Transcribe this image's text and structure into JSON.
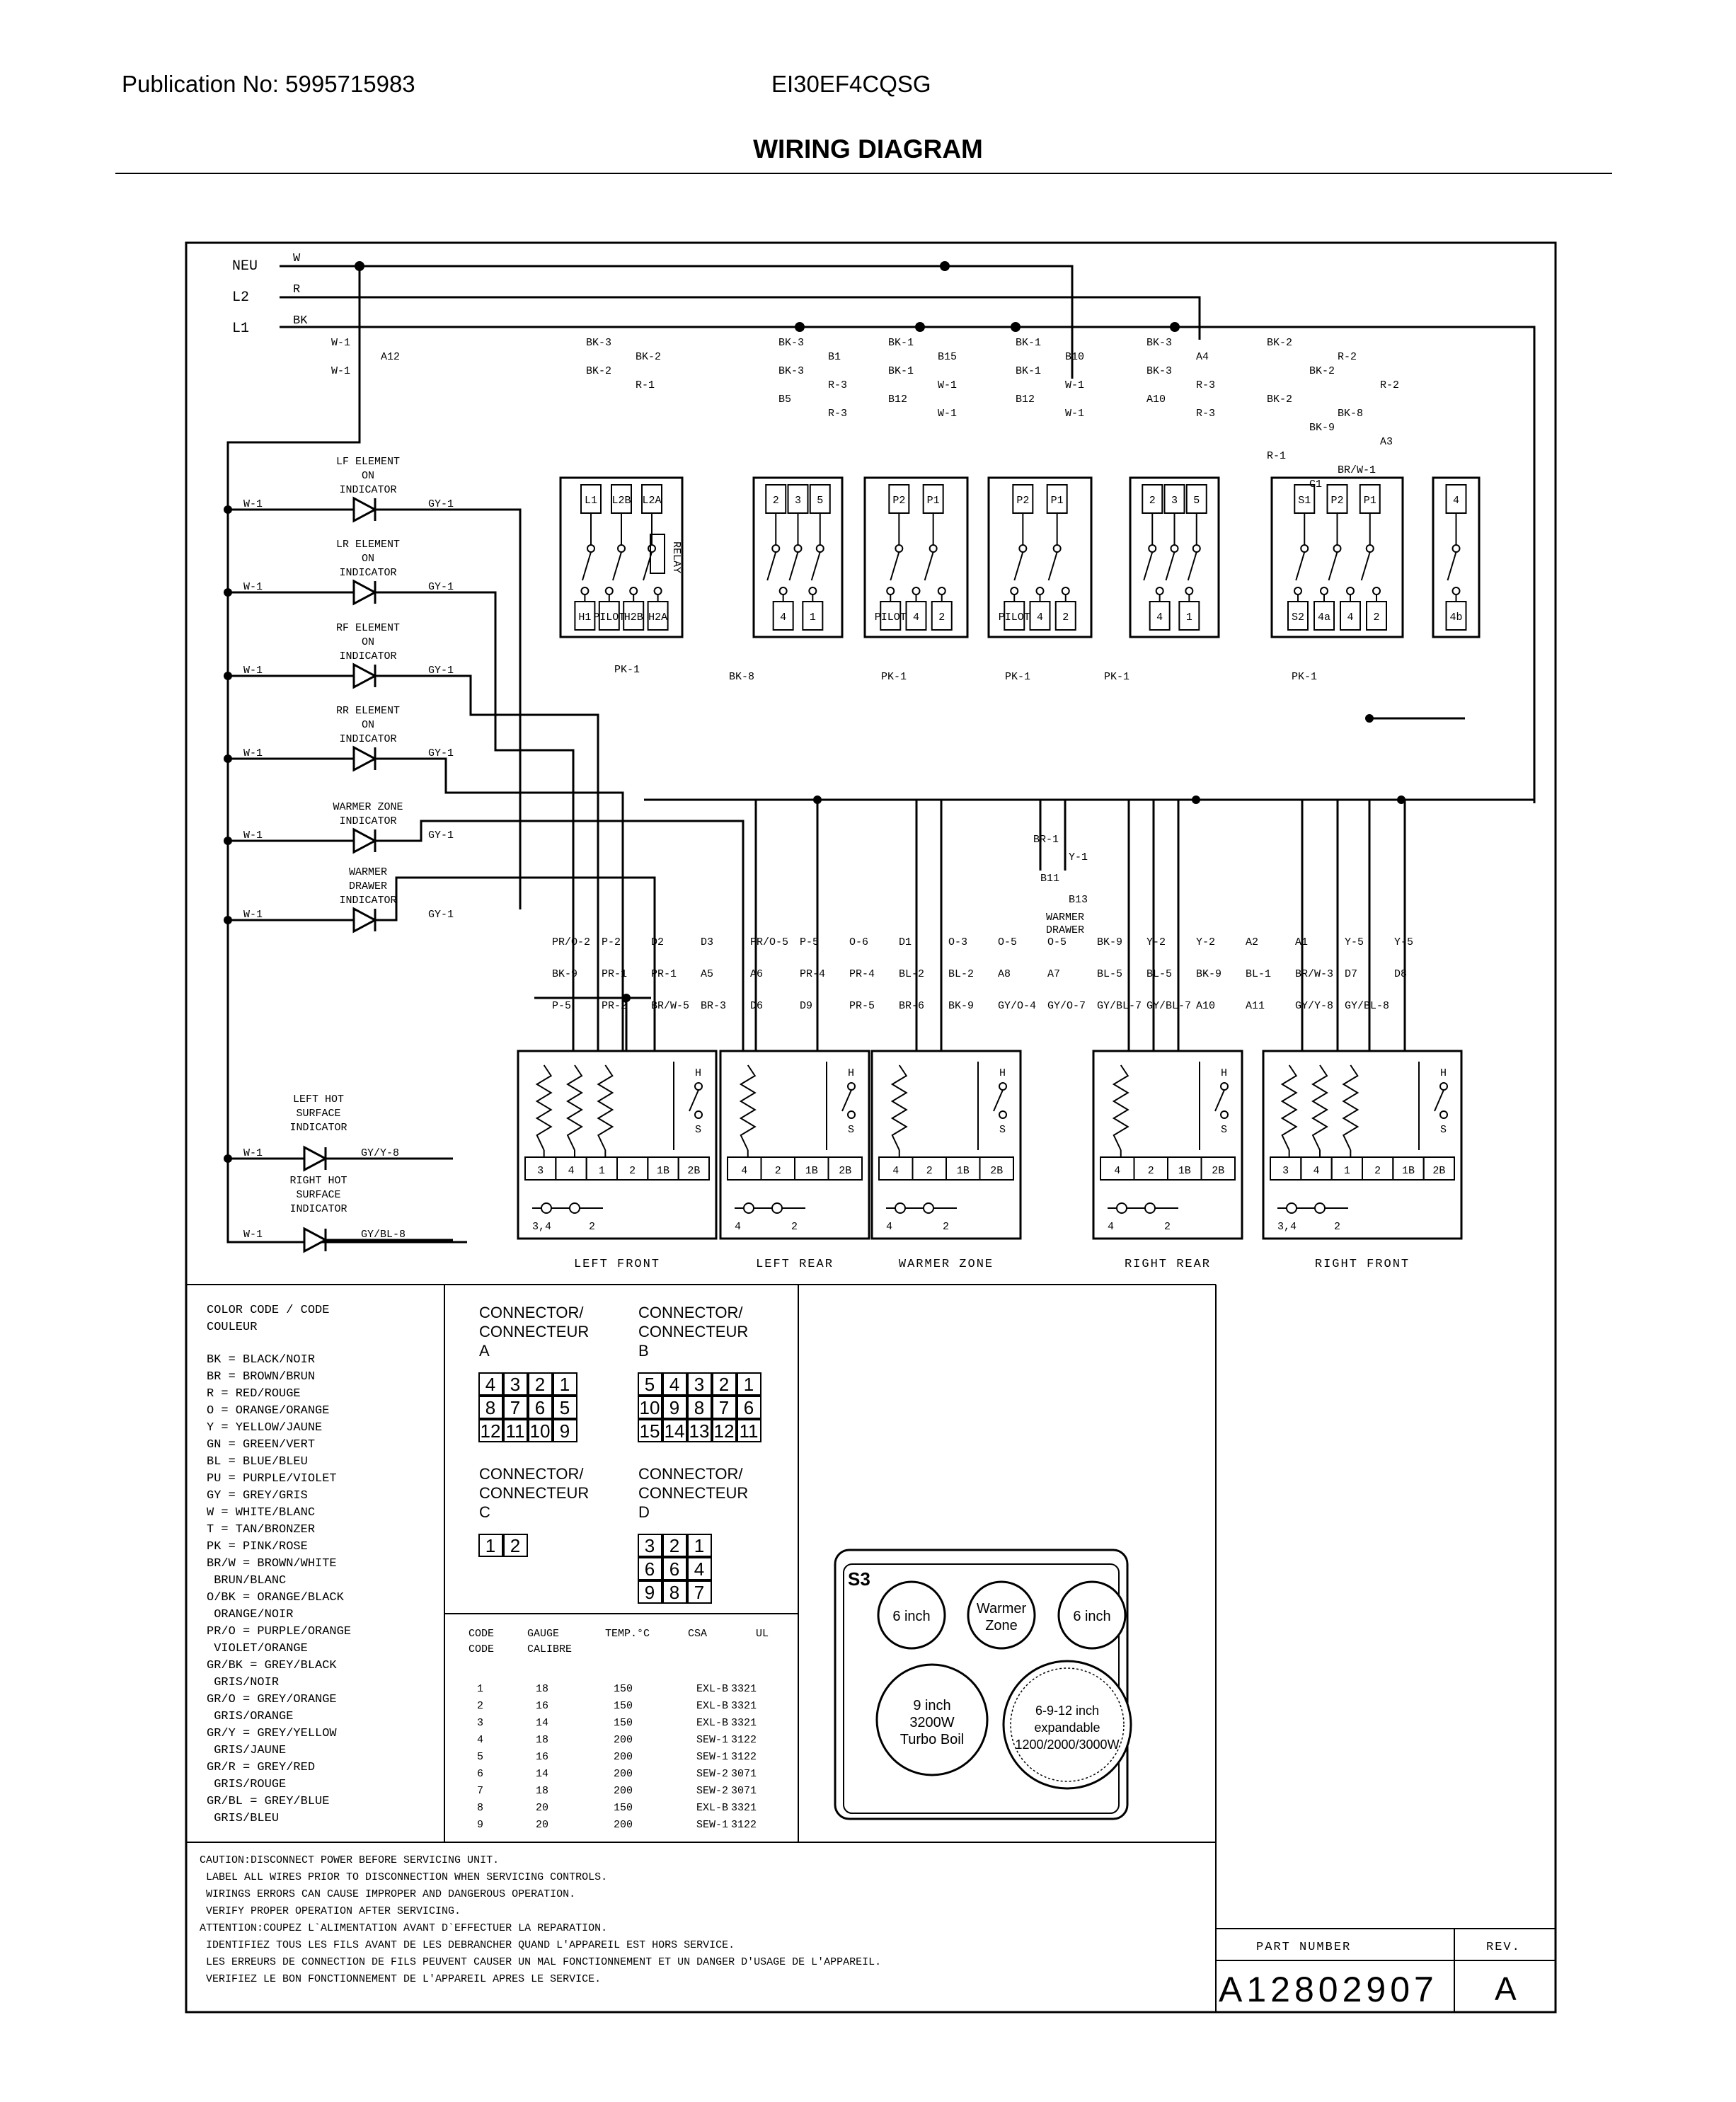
{
  "header": {
    "publication": "Publication No: 5995715983",
    "model": "EI30EF4CQSG",
    "title": "WIRING DIAGRAM"
  },
  "lines": {
    "neu": "NEU",
    "l2": "L2",
    "l1": "L1",
    "neu_wire": "W",
    "l2_wire": "R",
    "l1_wire": "BK"
  },
  "indicators": [
    {
      "name": "LF ELEMENT\nON\nINDICATOR",
      "left": "W-1",
      "right": "GY-1"
    },
    {
      "name": "LR ELEMENT\nON\nINDICATOR",
      "left": "W-1",
      "right": "GY-1"
    },
    {
      "name": "RF ELEMENT\nON\nINDICATOR",
      "left": "W-1",
      "right": "GY-1"
    },
    {
      "name": "RR ELEMENT\nON\nINDICATOR",
      "left": "W-1",
      "right": "GY-1"
    },
    {
      "name": "WARMER ZONE\nINDICATOR",
      "left": "W-1",
      "right": "GY-1"
    },
    {
      "name": "WARMER\nDRAWER\nINDICATOR",
      "left": "W-1",
      "right": "GY-1"
    }
  ],
  "hot_indicators": [
    {
      "name": "LEFT HOT\nSURFACE\nINDICATOR",
      "left": "W-1",
      "right": "GY/Y-8"
    },
    {
      "name": "RIGHT HOT\nSURFACE\nINDICATOR",
      "left": "W-1",
      "right": "GY/BL-8"
    }
  ],
  "switches": [
    {
      "top": [
        "L1",
        "L2B",
        "L2A"
      ],
      "bottom": [
        "H1",
        "PILOT",
        "H2B",
        "H2A"
      ],
      "relay": "RELAY"
    },
    {
      "top": [
        "2",
        "3",
        "5"
      ],
      "bottom": [
        "4",
        "1"
      ]
    },
    {
      "top": [
        "P2",
        "P1"
      ],
      "bottom": [
        "PILOT",
        "4",
        "2"
      ]
    },
    {
      "top": [
        "P2",
        "P1"
      ],
      "bottom": [
        "PILOT",
        "4",
        "2"
      ]
    },
    {
      "top": [
        "2",
        "3",
        "5"
      ],
      "bottom": [
        "4",
        "1"
      ]
    },
    {
      "top": [
        "S1",
        "P2",
        "P1"
      ],
      "bottom": [
        "S2",
        "4a",
        "4",
        "2"
      ]
    },
    {
      "top": [
        "4"
      ],
      "bottom": [
        "4b"
      ]
    }
  ],
  "elements": [
    {
      "label": "LEFT FRONT",
      "terminals": [
        "3",
        "4",
        "1",
        "2",
        "1B",
        "2B"
      ]
    },
    {
      "label": "LEFT REAR",
      "terminals": [
        "4",
        "2",
        "1B",
        "2B"
      ]
    },
    {
      "label": "WARMER ZONE",
      "terminals": [
        "4",
        "2",
        "1B",
        "2B"
      ]
    },
    {
      "label": "RIGHT REAR",
      "terminals": [
        "4",
        "2",
        "1B",
        "2B"
      ]
    },
    {
      "label": "RIGHT FRONT",
      "terminals": [
        "3",
        "4",
        "1",
        "2",
        "1B",
        "2B"
      ]
    }
  ],
  "element_marks": {
    "h": "H",
    "s": "S",
    "t34": "3,4",
    "t2": "2",
    "t4": "4"
  },
  "top_wire_labels": [
    [
      "W-1",
      "A12",
      "W-1"
    ],
    [
      "BK-3",
      "B1",
      "BK-3",
      "R-3",
      "B5",
      "R-3"
    ],
    [
      "BK-1",
      "B15",
      "BK-1",
      "W-1",
      "B12",
      "W-1"
    ],
    [
      "BK-1",
      "B10",
      "BK-1",
      "W-1",
      "B12",
      "W-1"
    ],
    [
      "BK-3",
      "A4",
      "BK-3",
      "R-3",
      "A10",
      "R-3"
    ],
    [
      "BK-2",
      "R-2",
      "BK-2",
      "R-2",
      "BK-2",
      "BK-8",
      "BK-9",
      "A3",
      "R-1",
      "BR/W-1",
      "C1"
    ],
    [
      "BK-3",
      "BK-2",
      "BK-2",
      "R-1"
    ]
  ],
  "mid_wire_labels": [
    "PK-1",
    "BK-8",
    "PK-1",
    "PK-1",
    "PK-1",
    "PK-1",
    "BR-1",
    "B11",
    "Y-1",
    "B13",
    "WARMER\nDRAWER"
  ],
  "lower_wire_labels": [
    "PR/O-2",
    "P-2",
    "D2",
    "D3",
    "PR/O-5",
    "P-5",
    "O-6",
    "D1",
    "O-3",
    "O-5",
    "O-5",
    "BK-9",
    "Y-2",
    "Y-2",
    "A2",
    "A1",
    "Y-5",
    "Y-5",
    "BK-9",
    "PR-1",
    "PR-1",
    "A5",
    "A6",
    "PR-4",
    "PR-4",
    "BL-2",
    "BL-2",
    "A8",
    "A7",
    "BL-5",
    "BL-5",
    "BK-9",
    "BL-1",
    "BR/W-3",
    "D7",
    "D8",
    "P-5",
    "PR-2",
    "BR/W-5",
    "BR-3",
    "D6",
    "D9",
    "PR-5",
    "BR-6",
    "BK-9",
    "GY/O-4",
    "GY/O-7",
    "GY/BL-7",
    "GY/BL-7",
    "A10",
    "A11",
    "GY/Y-8",
    "GY/BL-8"
  ],
  "color_code": {
    "title": "COLOR CODE / CODE\nCOULEUR",
    "rows": [
      "BK  =  BLACK/NOIR",
      "BR  =  BROWN/BRUN",
      "R   =  RED/ROUGE",
      "O   =  ORANGE/ORANGE",
      "Y   =  YELLOW/JAUNE",
      "GN  =  GREEN/VERT",
      "BL  =  BLUE/BLEU",
      "PU  =  PURPLE/VIOLET",
      "GY  =  GREY/GRIS",
      "W   =  WHITE/BLANC",
      "T   =  TAN/BRONZER",
      "PK  =  PINK/ROSE",
      "BR/W = BROWN/WHITE",
      "       BRUN/BLANC",
      "O/BK = ORANGE/BLACK",
      "       ORANGE/NOIR",
      "PR/O = PURPLE/ORANGE",
      "       VIOLET/ORANGE",
      "GR/BK = GREY/BLACK",
      "        GRIS/NOIR",
      "GR/O = GREY/ORANGE",
      "       GRIS/ORANGE",
      "GR/Y = GREY/YELLOW",
      "       GRIS/JAUNE",
      "GR/R = GREY/RED",
      "       GRIS/ROUGE",
      "GR/BL = GREY/BLUE",
      "        GRIS/BLEU"
    ]
  },
  "connectors": [
    {
      "title": "CONNECTOR/\nCONNECTEUR\nA",
      "grid": [
        [
          "4",
          "3",
          "2",
          "1"
        ],
        [
          "8",
          "7",
          "6",
          "5"
        ],
        [
          "12",
          "11",
          "10",
          "9"
        ]
      ]
    },
    {
      "title": "CONNECTOR/\nCONNECTEUR\nB",
      "grid": [
        [
          "5",
          "4",
          "3",
          "2",
          "1"
        ],
        [
          "10",
          "9",
          "8",
          "7",
          "6"
        ],
        [
          "15",
          "14",
          "13",
          "12",
          "11"
        ]
      ]
    },
    {
      "title": "CONNECTOR/\nCONNECTEUR\nC",
      "grid": [
        [
          "1",
          "2"
        ]
      ]
    },
    {
      "title": "CONNECTOR/\nCONNECTEUR\nD",
      "grid": [
        [
          "3",
          "2",
          "1"
        ],
        [
          "6",
          "6",
          "4"
        ],
        [
          "9",
          "8",
          "7"
        ]
      ]
    }
  ],
  "gauge_table": {
    "headers": [
      "CODE\nCODE",
      "GAUGE\nCALIBRE",
      "TEMP.°C",
      "CSA",
      "UL"
    ],
    "rows": [
      [
        "1",
        "18",
        "150",
        "EXL-B",
        "3321"
      ],
      [
        "2",
        "16",
        "150",
        "EXL-B",
        "3321"
      ],
      [
        "3",
        "14",
        "150",
        "EXL-B",
        "3321"
      ],
      [
        "4",
        "18",
        "200",
        "SEW-1",
        "3122"
      ],
      [
        "5",
        "16",
        "200",
        "SEW-1",
        "3122"
      ],
      [
        "6",
        "14",
        "200",
        "SEW-2",
        "3071"
      ],
      [
        "7",
        "18",
        "200",
        "SEW-2",
        "3071"
      ],
      [
        "8",
        "20",
        "150",
        "EXL-B",
        "3321"
      ],
      [
        "9",
        "20",
        "200",
        "SEW-1",
        "3122"
      ]
    ]
  },
  "cooktop": {
    "label": "S3",
    "burners": [
      {
        "text": "6 inch"
      },
      {
        "text": "Warmer\nZone"
      },
      {
        "text": "6 inch"
      },
      {
        "text": "9 inch\n3200W\nTurbo Boil"
      },
      {
        "text": "6-9-12 inch\nexpandable\n1200/2000/3000W"
      }
    ]
  },
  "notes": [
    "CAUTION:DISCONNECT POWER BEFORE SERVICING UNIT.",
    "        LABEL ALL WIRES PRIOR TO DISCONNECTION WHEN SERVICING CONTROLS.",
    "        WIRINGS ERRORS CAN CAUSE IMPROPER AND DANGEROUS OPERATION.",
    "        VERIFY PROPER OPERATION AFTER SERVICING.",
    "ATTENTION:COUPEZ L`ALIMENTATION AVANT D`EFFECTUER LA REPARATION.",
    "        IDENTIFIEZ TOUS LES FILS AVANT DE LES DEBRANCHER QUAND L'APPAREIL EST HORS SERVICE.",
    "        LES ERREURS DE CONNECTION DE FILS PEUVENT CAUSER UN MAL FONCTIONNEMENT ET UN DANGER D'USAGE DE L'APPAREIL.",
    "        VERIFIEZ LE BON FONCTIONNEMENT DE L'APPAREIL APRES LE SERVICE."
  ],
  "part": {
    "label": "PART NUMBER",
    "number": "A12802907",
    "rev_label": "REV.",
    "rev": "A"
  }
}
